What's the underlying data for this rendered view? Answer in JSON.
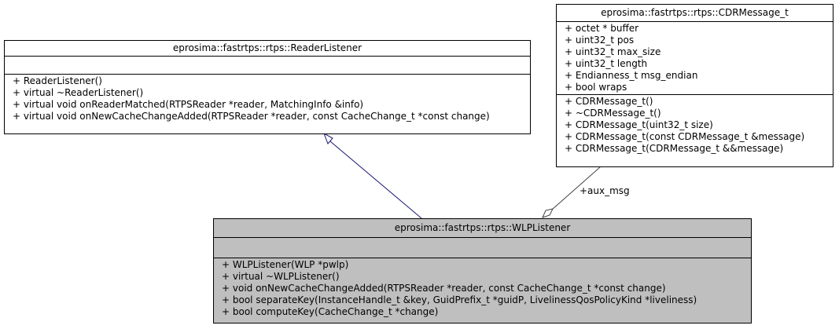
{
  "classes": {
    "reader_listener": {
      "name": "eprosima::fastrtps::rtps::ReaderListener",
      "attributes": [],
      "methods": [
        "+ ReaderListener()",
        "+ virtual ~ReaderListener()",
        "+ virtual void onReaderMatched(RTPSReader *reader, MatchingInfo &info)",
        "+ virtual void onNewCacheChangeAdded(RTPSReader *reader, const CacheChange_t *const change)"
      ]
    },
    "cdr_message": {
      "name": "eprosima::fastrtps::rtps::CDRMessage_t",
      "attributes": [
        "+ octet * buffer",
        "+ uint32_t pos",
        "+ uint32_t max_size",
        "+ uint32_t length",
        "+ Endianness_t msg_endian",
        "+ bool wraps"
      ],
      "methods": [
        "+ CDRMessage_t()",
        "+ ~CDRMessage_t()",
        "+ CDRMessage_t(uint32_t size)",
        "+ CDRMessage_t(const CDRMessage_t &message)",
        "+ CDRMessage_t(CDRMessage_t &&message)"
      ]
    },
    "wlp_listener": {
      "name": "eprosima::fastrtps::rtps::WLPListener",
      "attributes": [],
      "methods": [
        "+ WLPListener(WLP *pwlp)",
        "+ virtual ~WLPListener()",
        "+ void onNewCacheChangeAdded(RTPSReader *reader, const CacheChange_t *const change)",
        "+ bool separateKey(InstanceHandle_t &key, GuidPrefix_t *guidP, LivelinessQosPolicyKind *liveliness)",
        "+ bool computeKey(CacheChange_t *change)"
      ]
    }
  },
  "relations": {
    "inheritance": {
      "from": "wlp_listener",
      "to": "reader_listener",
      "color": "#191970"
    },
    "aggregation": {
      "from": "wlp_listener",
      "to": "cdr_message",
      "label": "+aux_msg",
      "color": "#404040"
    }
  },
  "colors": {
    "highlighted_class_fill": "#bfbfbf",
    "class_fill": "#ffffff",
    "border": "#000000"
  }
}
